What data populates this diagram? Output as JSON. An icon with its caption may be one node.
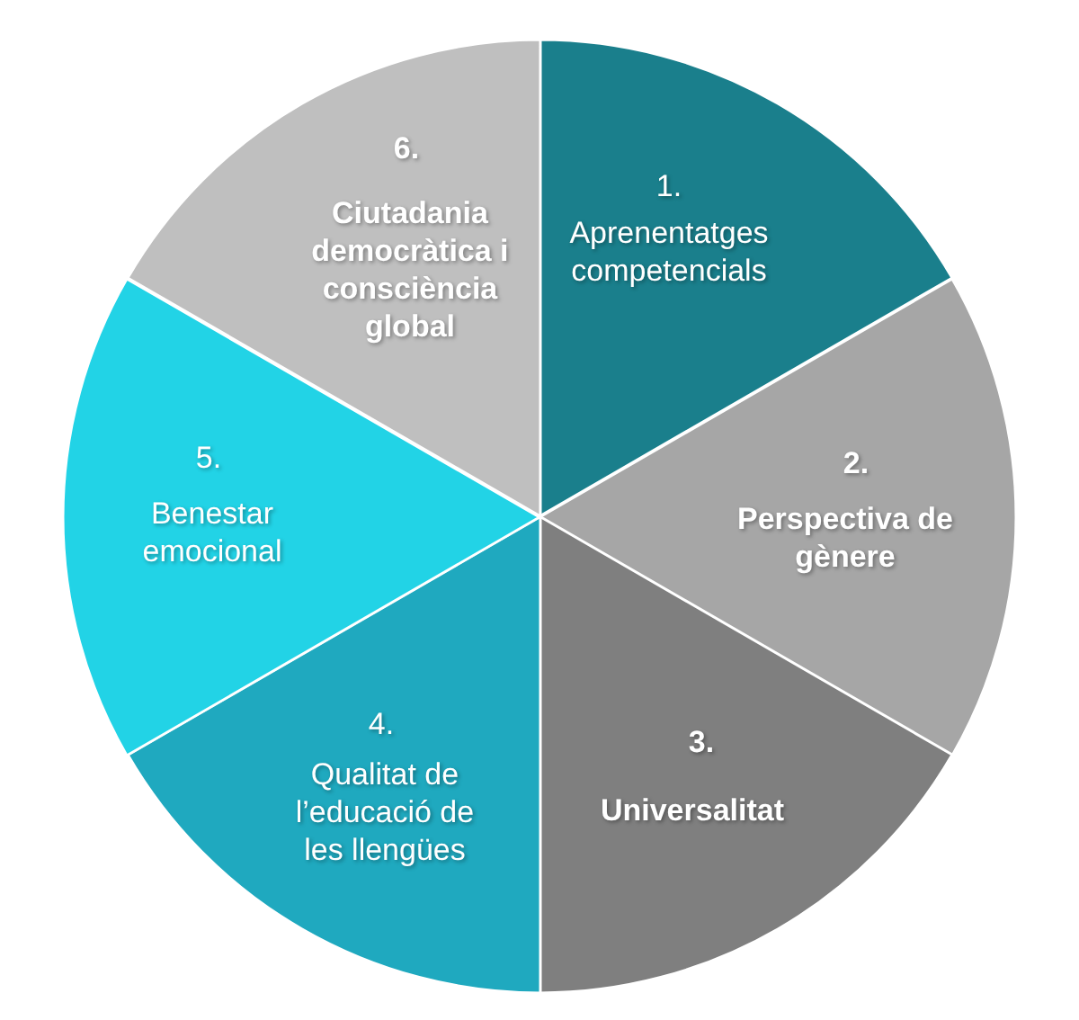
{
  "diagram": {
    "nodes": [
      {
        "text": [
          "1.",
          "Aprenentatges competencials"
        ]
      },
      {
        "text": [
          "2.",
          "Perspectiva de gènere"
        ]
      },
      {
        "text": [
          "3.",
          "Universalitat"
        ]
      },
      {
        "text": [
          "4.",
          "Qualitat de l’educació de les llengües"
        ]
      },
      {
        "text": [
          "5.",
          "Benestar emocional"
        ]
      },
      {
        "text": [
          "6.",
          "Ciutadania democràtica i consciència global"
        ]
      }
    ],
    "edges": []
  }
}
